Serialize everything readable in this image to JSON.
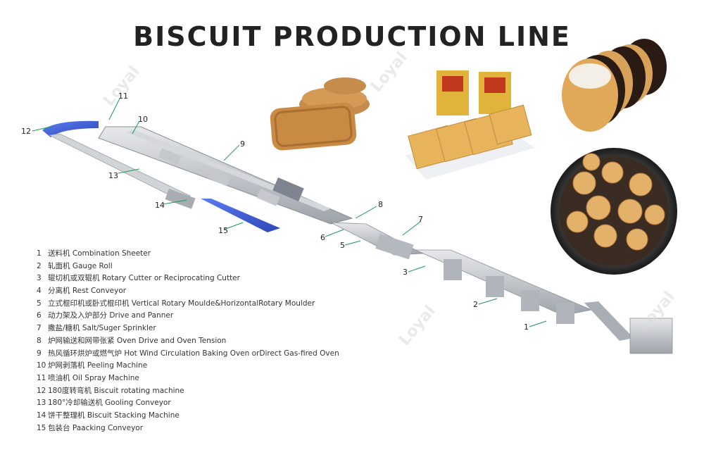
{
  "title": "BISCUIT PRODUCTION LINE",
  "watermark": "Loyal",
  "legend": [
    {
      "num": "1",
      "text": "送料机 Combination Sheeter"
    },
    {
      "num": "2",
      "text": "轧面机 Gauge Roll"
    },
    {
      "num": "3",
      "text": "辊切机或双辊机 Rotary Cutter or Reciprocating Cutter"
    },
    {
      "num": "4",
      "text": "分离机 Rest Conveyor"
    },
    {
      "num": "5",
      "text": "立式棍印机或卧式棍印机 Vertical Rotary Moulde&HorizontalRotary Moulder"
    },
    {
      "num": "6",
      "text": "动力架及入炉部分 Drive and Panner"
    },
    {
      "num": "7",
      "text": "撒盐/糖机 Salt/Suger Sprinkler"
    },
    {
      "num": "8",
      "text": "炉网输送和网带张紧 Oven Drive and Oven Tension"
    },
    {
      "num": "9",
      "text": "热风循环烘炉或燃气炉 Hot Wind Circulation Baking Oven orDirect Gas-fired Oven"
    },
    {
      "num": "10",
      "text": "炉网剥落机 Peeling Machine"
    },
    {
      "num": "11",
      "text": "喷油机 Oil Spray Machine"
    },
    {
      "num": "12",
      "text": "180度转弯机 Biscuit rotating machine"
    },
    {
      "num": "13",
      "text": "180°冷却输送机 Gooling Conveyor"
    },
    {
      "num": "14",
      "text": "饼干整理机 Biscuit Stacking Machine"
    },
    {
      "num": "15",
      "text": "包装台 Paacking Conveyor"
    }
  ],
  "callouts": {
    "c1": "1",
    "c2": "2",
    "c3": "3",
    "c5": "5",
    "c6": "6",
    "c7": "7",
    "c8": "8",
    "c9": "9",
    "c10": "10",
    "c11": "11",
    "c12": "12",
    "c13": "13",
    "c14": "14",
    "c15": "15"
  },
  "colors": {
    "steel": "#b8bcc2",
    "steel_dark": "#8a8f96",
    "conveyor_blue": "#3b5bd6",
    "biscuit": "#d9a25a",
    "biscuit_dark": "#b8783a",
    "chocolate": "#2a1a14",
    "cream": "#f3efe6"
  }
}
